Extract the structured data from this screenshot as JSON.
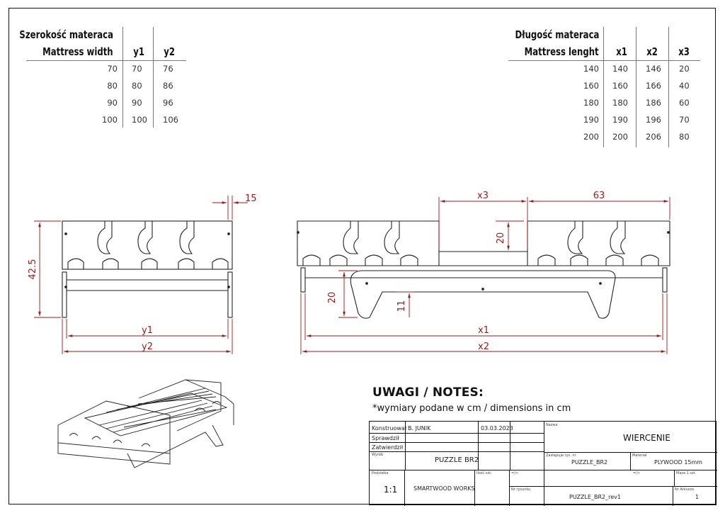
{
  "width_table": {
    "header_pl": "Szerokość materaca",
    "header_en": "Mattress width",
    "col_y1": "y1",
    "col_y2": "y2",
    "rows": [
      {
        "w": "70",
        "y1": "70",
        "y2": "76"
      },
      {
        "w": "80",
        "y1": "80",
        "y2": "86"
      },
      {
        "w": "90",
        "y1": "90",
        "y2": "96"
      },
      {
        "w": "100",
        "y1": "100",
        "y2": "106"
      }
    ]
  },
  "length_table": {
    "header_pl": "Długość materaca",
    "header_en": "Mattress lenght",
    "col_x1": "x1",
    "col_x2": "x2",
    "col_x3": "x3",
    "rows": [
      {
        "l": "140",
        "x1": "140",
        "x2": "146",
        "x3": "20"
      },
      {
        "l": "160",
        "x1": "160",
        "x2": "166",
        "x3": "40"
      },
      {
        "l": "180",
        "x1": "180",
        "x2": "186",
        "x3": "60"
      },
      {
        "l": "190",
        "x1": "190",
        "x2": "196",
        "x3": "70"
      },
      {
        "l": "200",
        "x1": "200",
        "x2": "206",
        "x3": "80"
      }
    ]
  },
  "dimensions": {
    "height": "42.5",
    "thickness": "15",
    "y1": "y1",
    "y2": "y2",
    "x1": "x1",
    "x2": "x2",
    "x3": "x3",
    "end_width": "63",
    "gap_height": "20",
    "leg_height": "20",
    "leg_offset": "11"
  },
  "notes": {
    "title": "UWAGI / NOTES:",
    "text": "*wymiary podane w cm / dimensions in cm"
  },
  "title_block": {
    "konstruowal_label": "Konstruował",
    "konstruowal_value": "B. JUNIK",
    "date": "03.03.2023",
    "sprawdzil_label": "Sprawdził",
    "zatwierdzil_label": "Zatwierdził",
    "wyrob_label": "Wyrób",
    "wyrob_value": "PUZZLE BR2",
    "nazwa_label": "Nazwa",
    "nazwa_value": "WIERCENIE",
    "zastepuje_label": "Zastępuje rys. nr",
    "zastepuje_value": "PUZZLE_BR2",
    "material_label": "Materiał",
    "material_value": "PLYWOOD 15mm",
    "podzialka_label": "Podziałka",
    "podzialka_value": "1:1",
    "company": "SMARTWOOD WORKS",
    "ilosc_label": "Ilość szt.",
    "arrow_label": "=/>",
    "masa_label": "Masa 1 szt.",
    "nr_rysunku_label": "Nr rysunku",
    "nr_rysunku_value": "PUZZLE_BR2_rev1",
    "nr_arkusza_label": "Nr Arkusza",
    "nr_arkusza_value": "1"
  }
}
